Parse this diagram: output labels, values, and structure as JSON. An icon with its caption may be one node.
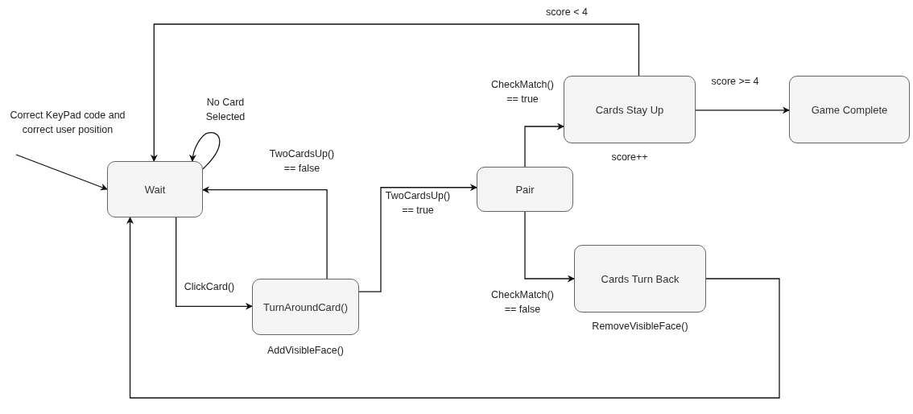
{
  "diagram": {
    "nodes": [
      {
        "text": [
          "Wait"
        ]
      },
      {
        "text": [
          "TurnAroundCard()"
        ],
        "beside": [
          "AddVisibleFace()"
        ]
      },
      {
        "text": [
          "Pair"
        ]
      },
      {
        "text": [
          "Cards Stay Up"
        ],
        "beside": [
          "score++"
        ]
      },
      {
        "text": [
          "Game Complete"
        ]
      },
      {
        "text": [
          "Cards Turn Back"
        ],
        "beside": [
          "RemoveVisibleFace()"
        ]
      }
    ],
    "edges": [
      {
        "from": null,
        "to": 0,
        "arrow": "to",
        "label": "Correct KeyPad code and correct user position"
      },
      {
        "from": 0,
        "to": 0,
        "arrow": "to",
        "label": "No Card Selected"
      },
      {
        "from": 0,
        "to": 1,
        "arrow": "to",
        "label": "ClickCard()"
      },
      {
        "from": 1,
        "to": 0,
        "arrow": "to",
        "label": "TwoCardsUp() == false"
      },
      {
        "from": 1,
        "to": 2,
        "arrow": "to",
        "label": "TwoCardsUp() == true"
      },
      {
        "from": 2,
        "to": 3,
        "arrow": "to",
        "label": "CheckMatch() == true"
      },
      {
        "from": 2,
        "to": 5,
        "arrow": "to",
        "label": "CheckMatch() == false"
      },
      {
        "from": 3,
        "to": 0,
        "arrow": "to",
        "label": "score < 4"
      },
      {
        "from": 3,
        "to": 4,
        "arrow": "to",
        "label": "score >= 4"
      },
      {
        "from": 5,
        "to": 0,
        "arrow": "to"
      }
    ]
  }
}
